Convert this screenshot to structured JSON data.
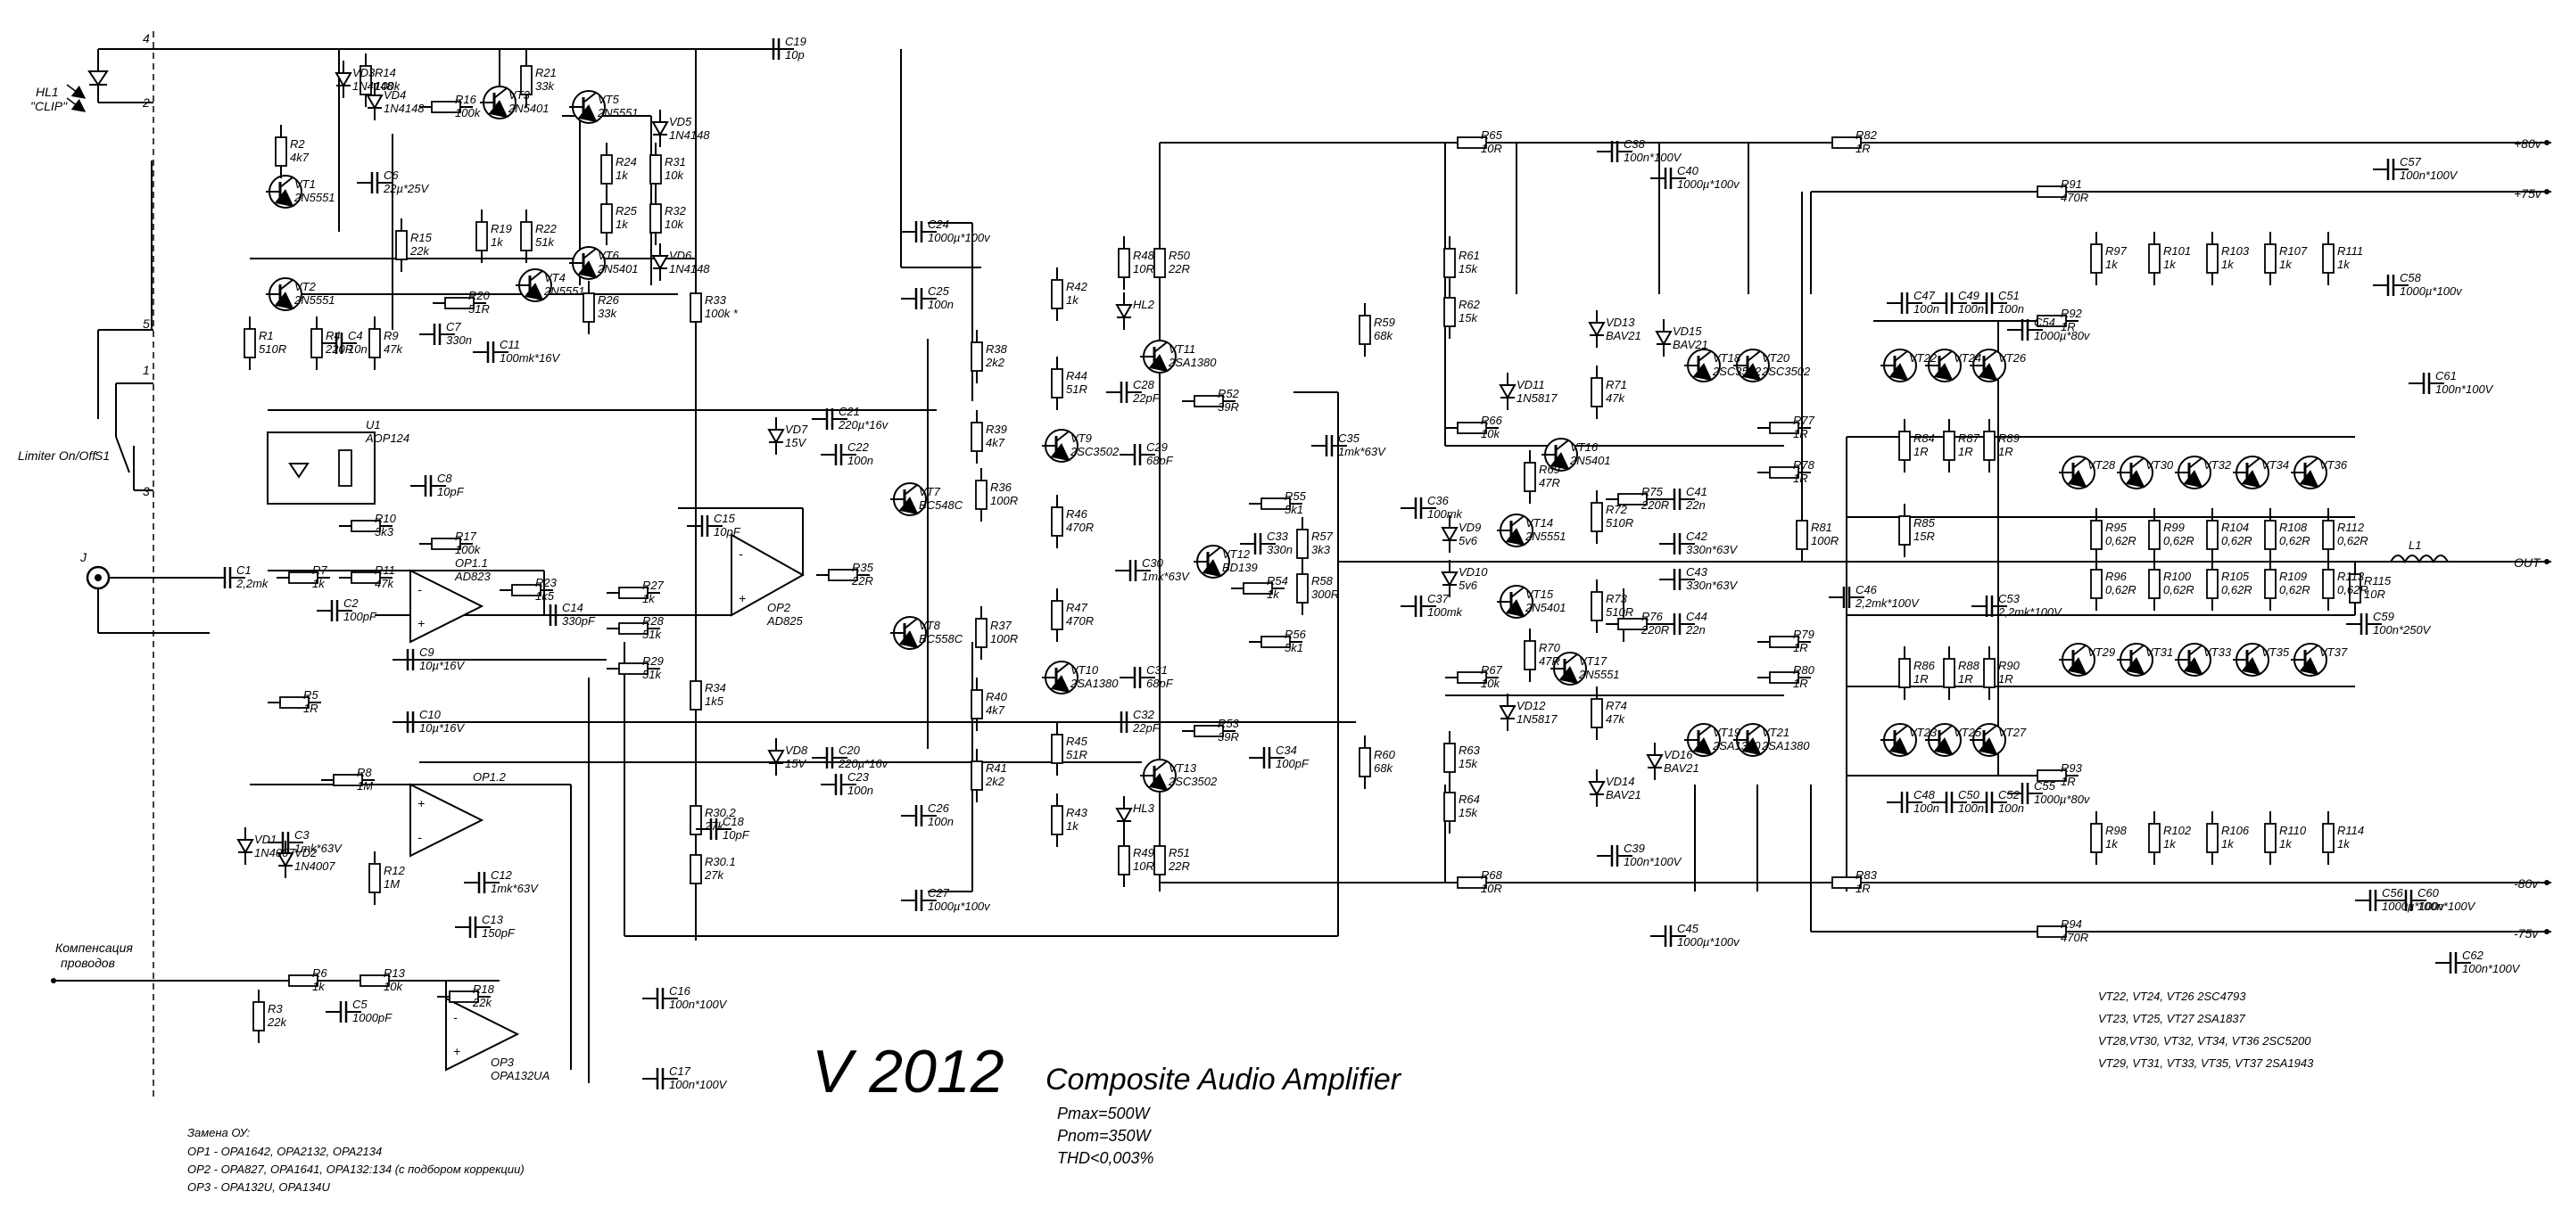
{
  "title": {
    "main": "V 2012",
    "subtitle": "Composite Audio Amplifier",
    "specs": [
      "Pmax=500W",
      "Pnom=350W",
      "THD<0,003%"
    ]
  },
  "rails": [
    "+80v",
    "+75v",
    "OUT",
    "-75v",
    "-80v"
  ],
  "notes": {
    "heading": "Замена ОУ:",
    "lines": [
      "OP1 - OPA1642, OPA2132, OPA2134",
      "OP2 - OPA827, OPA1641, OPA132:134  (с подбором коррекции)",
      "OP3 - OPA132U, OPA134U"
    ]
  },
  "transistor_table": [
    "VT22, VT24, VT26 2SC4793",
    "VT23, VT25, VT27 2SA1837",
    "VT28,VT30, VT32, VT34, VT36 2SC5200",
    "VT29, VT31, VT33, VT35, VT37  2SA1943"
  ],
  "input_labels": {
    "hl1": "HL1",
    "clip": "\"CLIP\"",
    "limiter": "Limiter On/Off",
    "s1": "S1",
    "jack": "J",
    "compensation_1": "Компенсация",
    "compensation_2": "проводов"
  },
  "pins": [
    "4",
    "2",
    "5",
    "1",
    "3"
  ],
  "components": [
    {
      "name": "R14",
      "value": "100k"
    },
    {
      "name": "VD3",
      "value": "1N4148"
    },
    {
      "name": "VD4",
      "value": "1N4148"
    },
    {
      "name": "R16",
      "value": "100k"
    },
    {
      "name": "VT3",
      "value": "2N5401"
    },
    {
      "name": "R21",
      "value": "33k"
    },
    {
      "name": "VT5",
      "value": "2N5551"
    },
    {
      "name": "VD5",
      "value": "1N4148"
    },
    {
      "name": "C19",
      "value": "10p"
    },
    {
      "name": "R2",
      "value": "4k7"
    },
    {
      "name": "VT1",
      "value": "2N5551"
    },
    {
      "name": "C6",
      "value": "22µ*25V"
    },
    {
      "name": "R24",
      "value": "1k"
    },
    {
      "name": "R31",
      "value": "10k"
    },
    {
      "name": "R25",
      "value": "1k"
    },
    {
      "name": "R32",
      "value": "10k"
    },
    {
      "name": "R15",
      "value": "22k"
    },
    {
      "name": "R19",
      "value": "1k"
    },
    {
      "name": "R22",
      "value": "51k"
    },
    {
      "name": "VT6",
      "value": "2N5401"
    },
    {
      "name": "VD6",
      "value": "1N4148"
    },
    {
      "name": "VT2",
      "value": "2N5551"
    },
    {
      "name": "R20",
      "value": "51R"
    },
    {
      "name": "R26",
      "value": "33k"
    },
    {
      "name": "R33",
      "value": "100k *"
    },
    {
      "name": "VT4",
      "value": "2N5551"
    },
    {
      "name": "R1",
      "value": "510R"
    },
    {
      "name": "R4",
      "value": "220R"
    },
    {
      "name": "C4",
      "value": "10n"
    },
    {
      "name": "R9",
      "value": "47k"
    },
    {
      "name": "C7",
      "value": "330n"
    },
    {
      "name": "C11",
      "value": "100mk*16V"
    },
    {
      "name": "U1",
      "value": "AOP124"
    },
    {
      "name": "C8",
      "value": "10pF"
    },
    {
      "name": "R10",
      "value": "3k3"
    },
    {
      "name": "R17",
      "value": "100k"
    },
    {
      "name": "OP1.1",
      "value": "AD823"
    },
    {
      "name": "R7",
      "value": "1k"
    },
    {
      "name": "R11",
      "value": "47k"
    },
    {
      "name": "C1",
      "value": "2,2mk"
    },
    {
      "name": "C2",
      "value": "100pF"
    },
    {
      "name": "R23",
      "value": "1k5"
    },
    {
      "name": "C14",
      "value": "330pF"
    },
    {
      "name": "R5",
      "value": "1R"
    },
    {
      "name": "C9",
      "value": "10µ*16V"
    },
    {
      "name": "C10",
      "value": "10µ*16V"
    },
    {
      "name": "R8",
      "value": "1M"
    },
    {
      "name": "OP1.2",
      "value": ""
    },
    {
      "name": "C3",
      "value": "1mk*63V"
    },
    {
      "name": "R12",
      "value": "1M"
    },
    {
      "name": "C12",
      "value": "1mk*63V"
    },
    {
      "name": "VD1",
      "value": "1N4007"
    },
    {
      "name": "VD2",
      "value": "1N4007"
    },
    {
      "name": "C13",
      "value": "150pF"
    },
    {
      "name": "R6",
      "value": "1k"
    },
    {
      "name": "R13",
      "value": "10k"
    },
    {
      "name": "R18",
      "value": "22k"
    },
    {
      "name": "R3",
      "value": "22k"
    },
    {
      "name": "C5",
      "value": "1000pF"
    },
    {
      "name": "OP3",
      "value": "OPA132UA"
    },
    {
      "name": "C16",
      "value": "100n*100V"
    },
    {
      "name": "C17",
      "value": "100n*100V"
    },
    {
      "name": "VD7",
      "value": "15V"
    },
    {
      "name": "C21",
      "value": "220µ*16v"
    },
    {
      "name": "C22",
      "value": "100n"
    },
    {
      "name": "C15",
      "value": "10pF"
    },
    {
      "name": "OP2",
      "value": "AD825"
    },
    {
      "name": "R35",
      "value": "22R"
    },
    {
      "name": "R27",
      "value": "1k"
    },
    {
      "name": "R28",
      "value": "51k"
    },
    {
      "name": "R29",
      "value": "51k"
    },
    {
      "name": "R34",
      "value": "1k5"
    },
    {
      "name": "VD8",
      "value": "15V"
    },
    {
      "name": "C20",
      "value": "220µ*16v"
    },
    {
      "name": "C23",
      "value": "100n"
    },
    {
      "name": "C18",
      "value": "10pF"
    },
    {
      "name": "R30.2",
      "value": "27k"
    },
    {
      "name": "R30.1",
      "value": "27k"
    },
    {
      "name": "C24",
      "value": "1000µ*100v"
    },
    {
      "name": "C25",
      "value": "100n"
    },
    {
      "name": "R38",
      "value": "2k2"
    },
    {
      "name": "R39",
      "value": "4k7"
    },
    {
      "name": "VT7",
      "value": "BC548C"
    },
    {
      "name": "R36",
      "value": "100R"
    },
    {
      "name": "VT8",
      "value": "BC558C"
    },
    {
      "name": "R37",
      "value": "100R"
    },
    {
      "name": "R40",
      "value": "4k7"
    },
    {
      "name": "R41",
      "value": "2k2"
    },
    {
      "name": "C26",
      "value": "100n"
    },
    {
      "name": "C27",
      "value": "1000µ*100v"
    },
    {
      "name": "R42",
      "value": "1k"
    },
    {
      "name": "R48",
      "value": "10R"
    },
    {
      "name": "HL2",
      "value": ""
    },
    {
      "name": "R50",
      "value": "22R"
    },
    {
      "name": "VT11",
      "value": "2SA1380"
    },
    {
      "name": "R44",
      "value": "51R"
    },
    {
      "name": "C28",
      "value": "22pF"
    },
    {
      "name": "R52",
      "value": "39R"
    },
    {
      "name": "VT9",
      "value": "2SC3502"
    },
    {
      "name": "C29",
      "value": "68pF"
    },
    {
      "name": "R46",
      "value": "470R"
    },
    {
      "name": "VT12",
      "value": "BD139"
    },
    {
      "name": "R55",
      "value": "5k1"
    },
    {
      "name": "C33",
      "value": "330n"
    },
    {
      "name": "R57",
      "value": "3k3"
    },
    {
      "name": "C30",
      "value": "1mk*63V"
    },
    {
      "name": "R54",
      "value": "1k"
    },
    {
      "name": "R58",
      "value": "300R"
    },
    {
      "name": "R47",
      "value": "470R"
    },
    {
      "name": "R56",
      "value": "5k1"
    },
    {
      "name": "VT10",
      "value": "2SA1380"
    },
    {
      "name": "C31",
      "value": "68pF"
    },
    {
      "name": "C32",
      "value": "22pF"
    },
    {
      "name": "R53",
      "value": "39R"
    },
    {
      "name": "R45",
      "value": "51R"
    },
    {
      "name": "VT13",
      "value": "2SC3502"
    },
    {
      "name": "HL3",
      "value": ""
    },
    {
      "name": "R43",
      "value": "1k"
    },
    {
      "name": "R49",
      "value": "10R"
    },
    {
      "name": "R51",
      "value": "22R"
    },
    {
      "name": "C35",
      "value": "1mk*63V"
    },
    {
      "name": "R59",
      "value": "68k"
    },
    {
      "name": "C34",
      "value": "100pF"
    },
    {
      "name": "R60",
      "value": "68k"
    },
    {
      "name": "R65",
      "value": "10R"
    },
    {
      "name": "R68",
      "value": "10R"
    },
    {
      "name": "C38",
      "value": "100n*100V"
    },
    {
      "name": "C40",
      "value": "1000µ*100v"
    },
    {
      "name": "R61",
      "value": "15k"
    },
    {
      "name": "R62",
      "value": "15k"
    },
    {
      "name": "VD11",
      "value": "1N5817"
    },
    {
      "name": "R66",
      "value": "10k"
    },
    {
      "name": "VT16",
      "value": "2N5401"
    },
    {
      "name": "R69",
      "value": "47R"
    },
    {
      "name": "VT14",
      "value": "2N5551"
    },
    {
      "name": "VD9",
      "value": "5v6"
    },
    {
      "name": "C36",
      "value": "100mk"
    },
    {
      "name": "VD10",
      "value": "5v6"
    },
    {
      "name": "VT15",
      "value": "2N5401"
    },
    {
      "name": "C37",
      "value": "100mk"
    },
    {
      "name": "R70",
      "value": "47R"
    },
    {
      "name": "R67",
      "value": "10k"
    },
    {
      "name": "VD12",
      "value": "1N5817"
    },
    {
      "name": "VT17",
      "value": "2N5551"
    },
    {
      "name": "R63",
      "value": "15k"
    },
    {
      "name": "R64",
      "value": "15k"
    },
    {
      "name": "R71",
      "value": "47k"
    },
    {
      "name": "R72",
      "value": "510R"
    },
    {
      "name": "R75",
      "value": "220R"
    },
    {
      "name": "C41",
      "value": "22n"
    },
    {
      "name": "C42",
      "value": "330n*63V"
    },
    {
      "name": "C43",
      "value": "330n*63V"
    },
    {
      "name": "R73",
      "value": "510R"
    },
    {
      "name": "R76",
      "value": "220R"
    },
    {
      "name": "C44",
      "value": "22n"
    },
    {
      "name": "R74",
      "value": "47k"
    },
    {
      "name": "VD13",
      "value": "BAV21"
    },
    {
      "name": "VD14",
      "value": "BAV21"
    },
    {
      "name": "VD15",
      "value": "BAV21"
    },
    {
      "name": "VD16",
      "value": "BAV21"
    },
    {
      "name": "VT18",
      "value": "2SC3502"
    },
    {
      "name": "VT20",
      "value": "2SC3502"
    },
    {
      "name": "VT19",
      "value": "2SA1380"
    },
    {
      "name": "VT21",
      "value": "2SA1380"
    },
    {
      "name": "C39",
      "value": "100n*100V"
    },
    {
      "name": "C45",
      "value": "1000µ*100v"
    },
    {
      "name": "R82",
      "value": "1R"
    },
    {
      "name": "R83",
      "value": "1R"
    },
    {
      "name": "R77",
      "value": "1R"
    },
    {
      "name": "R78",
      "value": "1R"
    },
    {
      "name": "R79",
      "value": "1R"
    },
    {
      "name": "R80",
      "value": "1R"
    },
    {
      "name": "R81",
      "value": "100R"
    },
    {
      "name": "C46",
      "value": "2,2mk*100V"
    },
    {
      "name": "R91",
      "value": "470R"
    },
    {
      "name": "R94",
      "value": "470R"
    },
    {
      "name": "C47",
      "value": "100n"
    },
    {
      "name": "C49",
      "value": "100n"
    },
    {
      "name": "C51",
      "value": "100n"
    },
    {
      "name": "R92",
      "value": "1R"
    },
    {
      "name": "C54",
      "value": "1000µ*80v"
    },
    {
      "name": "VT22",
      "value": ""
    },
    {
      "name": "VT24",
      "value": ""
    },
    {
      "name": "VT26",
      "value": ""
    },
    {
      "name": "R84",
      "value": "1R"
    },
    {
      "name": "R87",
      "value": "1R"
    },
    {
      "name": "R89",
      "value": "1R"
    },
    {
      "name": "R85",
      "value": "15R"
    },
    {
      "name": "C53",
      "value": "2,2mk*100V"
    },
    {
      "name": "R86",
      "value": "1R"
    },
    {
      "name": "R88",
      "value": "1R"
    },
    {
      "name": "R90",
      "value": "1R"
    },
    {
      "name": "VT23",
      "value": ""
    },
    {
      "name": "VT25",
      "value": ""
    },
    {
      "name": "VT27",
      "value": ""
    },
    {
      "name": "R93",
      "value": "1R"
    },
    {
      "name": "C55",
      "value": "1000µ*80v"
    },
    {
      "name": "C48",
      "value": "100n"
    },
    {
      "name": "C50",
      "value": "100n"
    },
    {
      "name": "C52",
      "value": "100n"
    },
    {
      "name": "R97",
      "value": "1k"
    },
    {
      "name": "R101",
      "value": "1k"
    },
    {
      "name": "R103",
      "value": "1k"
    },
    {
      "name": "R107",
      "value": "1k"
    },
    {
      "name": "R111",
      "value": "1k"
    },
    {
      "name": "VT28",
      "value": ""
    },
    {
      "name": "VT30",
      "value": ""
    },
    {
      "name": "VT32",
      "value": ""
    },
    {
      "name": "VT34",
      "value": ""
    },
    {
      "name": "VT36",
      "value": ""
    },
    {
      "name": "R95",
      "value": "0,62R"
    },
    {
      "name": "R99",
      "value": "0,62R"
    },
    {
      "name": "R104",
      "value": "0,62R"
    },
    {
      "name": "R108",
      "value": "0,62R"
    },
    {
      "name": "R112",
      "value": "0,62R"
    },
    {
      "name": "R96",
      "value": "0,62R"
    },
    {
      "name": "R100",
      "value": "0,62R"
    },
    {
      "name": "R105",
      "value": "0,62R"
    },
    {
      "name": "R109",
      "value": "0,62R"
    },
    {
      "name": "R113",
      "value": "0,62R"
    },
    {
      "name": "VT29",
      "value": ""
    },
    {
      "name": "VT31",
      "value": ""
    },
    {
      "name": "VT33",
      "value": ""
    },
    {
      "name": "VT35",
      "value": ""
    },
    {
      "name": "VT37",
      "value": ""
    },
    {
      "name": "R98",
      "value": "1k"
    },
    {
      "name": "R102",
      "value": "1k"
    },
    {
      "name": "R106",
      "value": "1k"
    },
    {
      "name": "R110",
      "value": "1k"
    },
    {
      "name": "R114",
      "value": "1k"
    },
    {
      "name": "C57",
      "value": "100n*100V"
    },
    {
      "name": "C58",
      "value": "1000µ*100v"
    },
    {
      "name": "C61",
      "value": "100n*100V"
    },
    {
      "name": "R115",
      "value": "10R"
    },
    {
      "name": "L1",
      "value": ""
    },
    {
      "name": "C59",
      "value": "100n*250V"
    },
    {
      "name": "C56",
      "value": "1000µ*100v"
    },
    {
      "name": "C60",
      "value": "100n*100V"
    },
    {
      "name": "C62",
      "value": "100n*100V"
    }
  ]
}
